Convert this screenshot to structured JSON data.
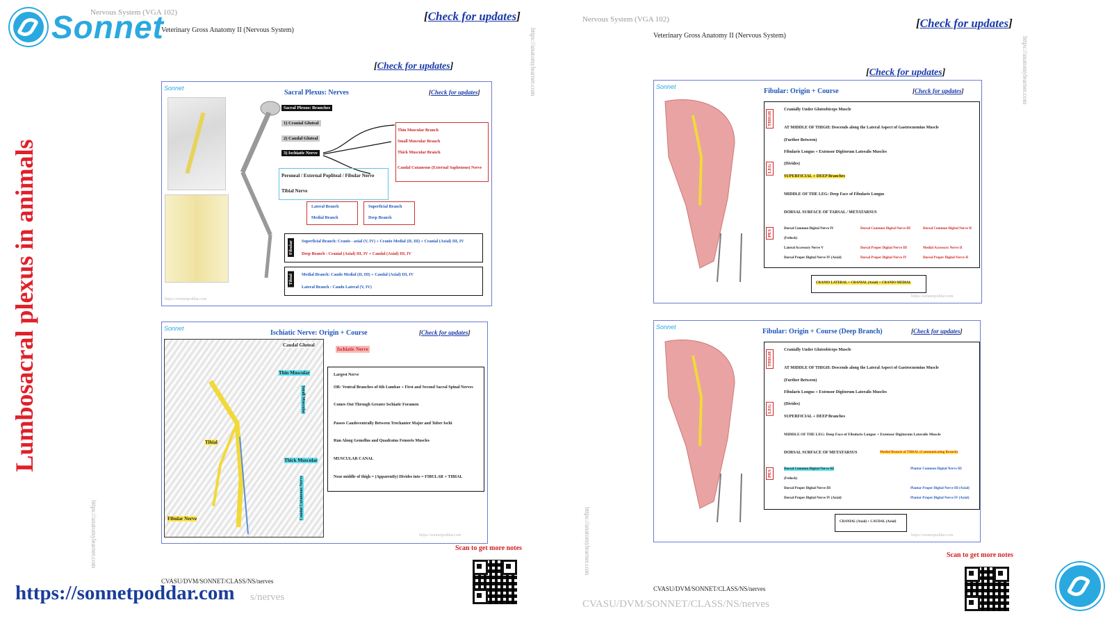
{
  "brand": {
    "logo_text": "Sonnet",
    "url": "https://sonnetpoddar.com"
  },
  "side_title": "Lumbosacral plexus in animals",
  "page_left": {
    "course": "Nervous System (VGA 102)",
    "subject": "Veterinary Gross Anatomy II (Nervous System)",
    "check_updates": "Check for updates",
    "check_updates_2": "Check for updates",
    "footer_code": "CVASU/DVM/SONNET/CLASS/NS/nerves",
    "footer_ghost": "s/nerves",
    "scan": "Scan to get more notes",
    "watermark": "https://anatomylearner.com"
  },
  "page_right": {
    "course": "Nervous System (VGA 102)",
    "subject": "Veterinary Gross Anatomy II (Nervous System)",
    "check_updates": "Check for updates",
    "check_updates_2": "Check for updates",
    "footer_code": "CVASU/DVM/SONNET/CLASS/NS/nerves",
    "footer_ghost": "CVASU/DVM/SONNET/CLASS/NS/nerves",
    "scan": "Scan to get more notes",
    "watermark": "https://anatomylearner.com"
  },
  "panels": {
    "sacral": {
      "logo": "Sonnet",
      "title": "Sacral Plexus: Nerves",
      "check": "Check for updates",
      "branches_tag": "Sacral Plexus: Branches",
      "items": [
        "1) Cranial Gluteal",
        "2) Caudal Gluteal",
        "3) Ischiatic Nerve"
      ],
      "right_box": [
        "Thin Muscular Branch",
        "Small Muscular Branch",
        "Thick Muscular Branch",
        "Caudal Cutaneous (External Saphenous) Nerve"
      ],
      "peroneal": "Peroneal / External Popliteal / Fibular Nerve",
      "tibial": "Tibial Nerve",
      "tibial_box": [
        "Lateral Branch",
        "Medial Branch"
      ],
      "fibular_box": [
        "Superficial Branch",
        "Deep Branch"
      ],
      "fibular_row1": "Superficial Branch:  Cranio - axial (V, IV) + Cranio Medial (II, III) + Cranial (Axial) III, IV",
      "fibular_row2": "Deep Branch : Cranial (Axial) III, IV + Caudal (Axial) III, IV",
      "tibial_row1": "Medial Branch:  Caudo Medial (II, III) + Caudal (Axial) III, IV",
      "tibial_row2": "Lateral Branch : Caudo Lateral (V, IV)",
      "side_fib": "Fibular",
      "side_tib": "Tibial",
      "footer": "https://sonnetpoddar.com"
    },
    "ischiatic": {
      "logo": "Sonnet",
      "title": "Ischiatic Nerve: Origin + Course",
      "check": "Check for updates",
      "labels": [
        "Caudal Gluteal",
        "Ischiatic Nerve",
        "Thin Muscular",
        "Small Muscular",
        "Tibial",
        "Thick Muscular",
        "Fibular Nerve",
        "Caudal Cutaneous Nerve"
      ],
      "steps": [
        "Largest Nerve",
        "OR: Ventral Branches of 6th Lumbar + First and Second Sacral Spinal Nerves",
        "Comes Out Through Greater Ischiatic Foramen",
        "Passes Caudoventrally Between Trochanter Major and Tuber Ischi",
        "Run Along Gemellus and Quadratus Femoris Muscles",
        "MUSCULAR CANAL",
        "Near middle of thigh = (Apparently) Divides into = FIBULAR + TIBIAL"
      ],
      "footer": "https://sonnetpoddar.com"
    },
    "fibular": {
      "logo": "Sonnet",
      "title": "Fibular: Origin + Course",
      "check": "Check for updates",
      "side": [
        "THIGH",
        "LEG",
        "PES"
      ],
      "lines": [
        "Cranially Under Gluteobiceps Muscle",
        "AT MIDDLE OF THIGH: Descends along the Lateral Aspect of Gastrocnemius Muscle",
        "(Further Between)",
        "Fibularis Longus + Extensor Digitorum Lateralis Muscles",
        "(Divides)",
        "SUPERFICIAL + DEEP Branches",
        "MIDDLE OF THE LEG: Deep Face of Fibularis Longus",
        "DORSAL SURFACE OF TARSAL / METATARSUS",
        "Dorsal Common Digital Nerve IV",
        "Dorsal Common Digital Nerve III",
        "Dorsal Common Digital Nerve II",
        "(Fetlock)",
        "Lateral Accessory Nerve V",
        "Dorsal Proper Digital Nerve III",
        "Medial Accessory Nerve II",
        "Dorsal Proper Digital Nerve IV (Axial)",
        "Dorsal Proper Digital Nerve IV",
        "Dorsal Proper Digital Nerve II",
        "CRANIO LATERAL + CRANIAL (Axial) + CRANIO MEDIAL"
      ],
      "footer": "https://sonnetpoddar.com"
    },
    "fibular_deep": {
      "logo": "Sonnet",
      "title": "Fibular: Origin + Course (Deep Branch)",
      "check": "Check for updates",
      "side": [
        "THIGH",
        "LEG",
        "PES"
      ],
      "lines": [
        "Cranially Under Gluteobiceps Muscle",
        "AT MIDDLE OF THIGH: Descends along the Lateral Aspect of Gastrocnemius Muscle",
        "(Further Between)",
        "Fibularis Longus + Extensor Digitorum Lateralis Muscles",
        "(Divides)",
        "SUPERFICIAL + DEEP Branches",
        "MIDDLE OF THE LEG: Deep Face of Fibularis Longus + Extensor Digitorum Lateralis Muscle",
        "DORSAL SURFACE OF METATARSUS",
        "Medial Branch of TIBIAL (Communicating Branch)",
        "Dorsal Common Digital Nerve III",
        "Plantar Common Digital Nerve III",
        "(Fetlock)",
        "Dorsal Proper Digital Nerve III",
        "Plantar Proper Digital Nerve III (Axial)",
        "Dorsal Proper Digital Nerve IV (Axial)",
        "Plantar Proper Digital Nerve IV (Axial)",
        "CRANIAL (Axial) + CAUDAL (Axial)"
      ],
      "footer": "https://sonnetpoddar.com"
    }
  },
  "colors": {
    "brand_blue": "#2aa9e0",
    "title_red": "#e0202a",
    "link_blue": "#1a3aa8",
    "url_blue": "#1a3d9a"
  }
}
